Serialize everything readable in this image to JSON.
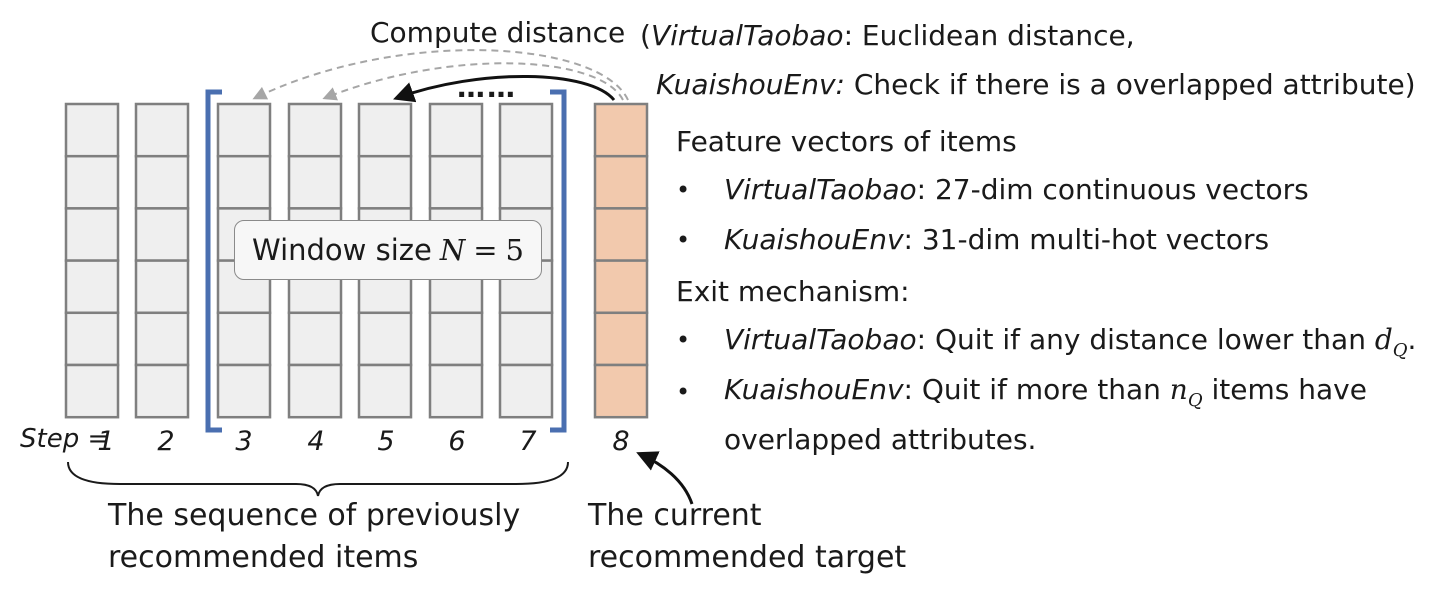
{
  "header": {
    "compute_label": "Compute distance",
    "detail_line1_env": "VirtualTaobao",
    "detail_line1_rest": ": Euclidean distance,",
    "detail_open_paren": "(",
    "detail_line2_env": "KuaishouEnv:",
    "detail_line2_rest": " Check if there is a overlapped attribute)",
    "ellipsis": "……"
  },
  "window": {
    "label": "Window size",
    "var": "N",
    "eq": "=",
    "value": "5"
  },
  "steps": {
    "prefix": "Step =",
    "labels": [
      "1",
      "2",
      "3",
      "4",
      "5",
      "6",
      "7",
      "8"
    ]
  },
  "captions": {
    "sequence_line1": "The sequence of previously",
    "sequence_line2": "recommended items",
    "target_line1": "The current",
    "target_line2": "recommended target"
  },
  "features": {
    "heading": "Feature vectors of items",
    "items": [
      {
        "bullet": "•",
        "env": "VirtualTaobao",
        "text": ": 27-dim continuous vectors"
      },
      {
        "bullet": "•",
        "env": "KuaishouEnv",
        "text": ":  31-dim multi-hot vectors"
      }
    ]
  },
  "exit": {
    "heading": "Exit mechanism:",
    "items": [
      {
        "bullet": "•",
        "env": "VirtualTaobao",
        "text_before": ": Quit if any distance lower than ",
        "var": "d",
        "sub": "Q",
        "text_after": "."
      },
      {
        "bullet": "•",
        "env": "KuaishouEnv",
        "text_before": ":  Quit if more than ",
        "var": "n",
        "sub": "Q",
        "text_after": " items have"
      }
    ],
    "continuation": "overlapped attributes."
  },
  "colors": {
    "item_fill": "#efefef",
    "item_stroke": "#7f7f7f",
    "target_fill": "#f2c9ad",
    "bracket": "#4a6fb0",
    "arrow_dark": "#111111",
    "arrow_light": "#a6a6a6"
  }
}
